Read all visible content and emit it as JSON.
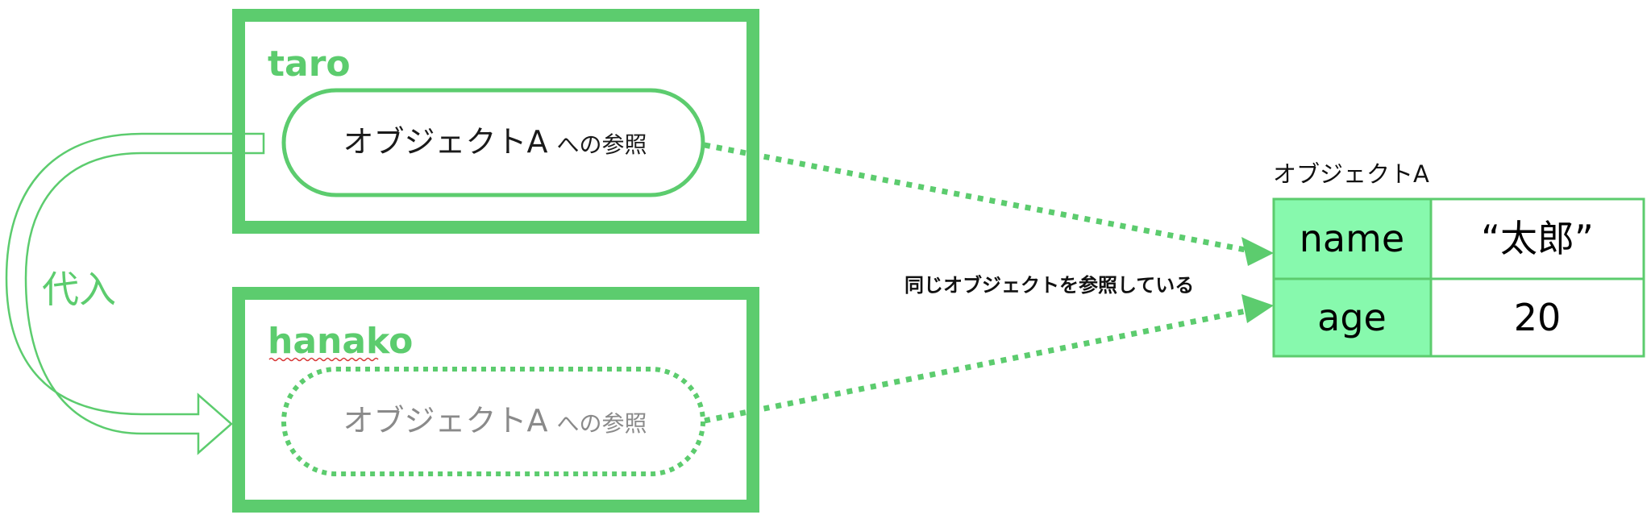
{
  "variables": {
    "taro": {
      "name": "taro",
      "ref_main": "オブジェクトA",
      "ref_suffix": "への参照"
    },
    "hanako": {
      "name": "hanako",
      "ref_main": "オブジェクトA",
      "ref_suffix": "への参照"
    }
  },
  "assignment_label": "代入",
  "shared_note": "同じオブジェクトを参照している",
  "object": {
    "title": "オブジェクトA",
    "rows": [
      {
        "key": "name",
        "value": "“太郎”"
      },
      {
        "key": "age",
        "value": "20"
      }
    ]
  },
  "colors": {
    "accent_green": "#5ccc6e",
    "table_key_fill": "#87f9ad",
    "hanako_ref_text": "#8a8a8a"
  }
}
